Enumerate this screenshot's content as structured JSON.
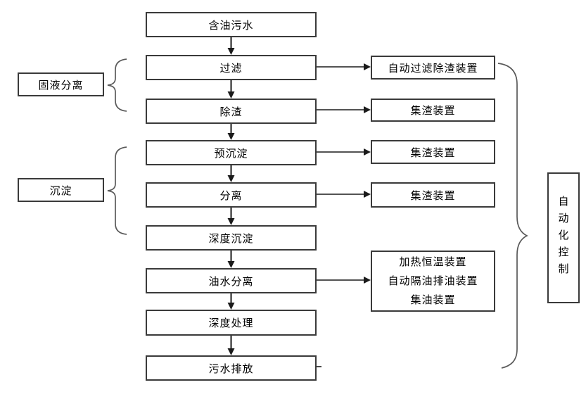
{
  "diagram": {
    "type": "flowchart",
    "main_flow": [
      {
        "label": "含油污水"
      },
      {
        "label": "过滤"
      },
      {
        "label": "除渣"
      },
      {
        "label": "预沉淀"
      },
      {
        "label": "分离"
      },
      {
        "label": "深度沉淀"
      },
      {
        "label": "油水分离"
      },
      {
        "label": "深度处理"
      },
      {
        "label": "污水排放"
      }
    ],
    "stage_groups": [
      {
        "label": "固液分离",
        "covers": [
          "过滤",
          "除渣"
        ]
      },
      {
        "label": "沉淀",
        "covers": [
          "预沉淀",
          "分离",
          "深度沉淀"
        ]
      }
    ],
    "devices": [
      {
        "label": "自动过滤除渣装置",
        "connected_from": "过滤"
      },
      {
        "label": "集渣装置",
        "connected_from": "除渣"
      },
      {
        "label": "集渣装置",
        "connected_from": "预沉淀"
      },
      {
        "label": "集渣装置",
        "connected_from": "分离"
      },
      {
        "lines": [
          "加热恒温装置",
          "自动隔油排油装置",
          "集油装置"
        ],
        "connected_from": "油水分离"
      }
    ],
    "automation_control": {
      "label": "自动化控制"
    },
    "colors": {
      "background": "#ffffff",
      "box_border": "#3a3a3a",
      "arrow": "#1a1a1a",
      "brace": "#5a5a5a",
      "text": "#000000"
    }
  }
}
